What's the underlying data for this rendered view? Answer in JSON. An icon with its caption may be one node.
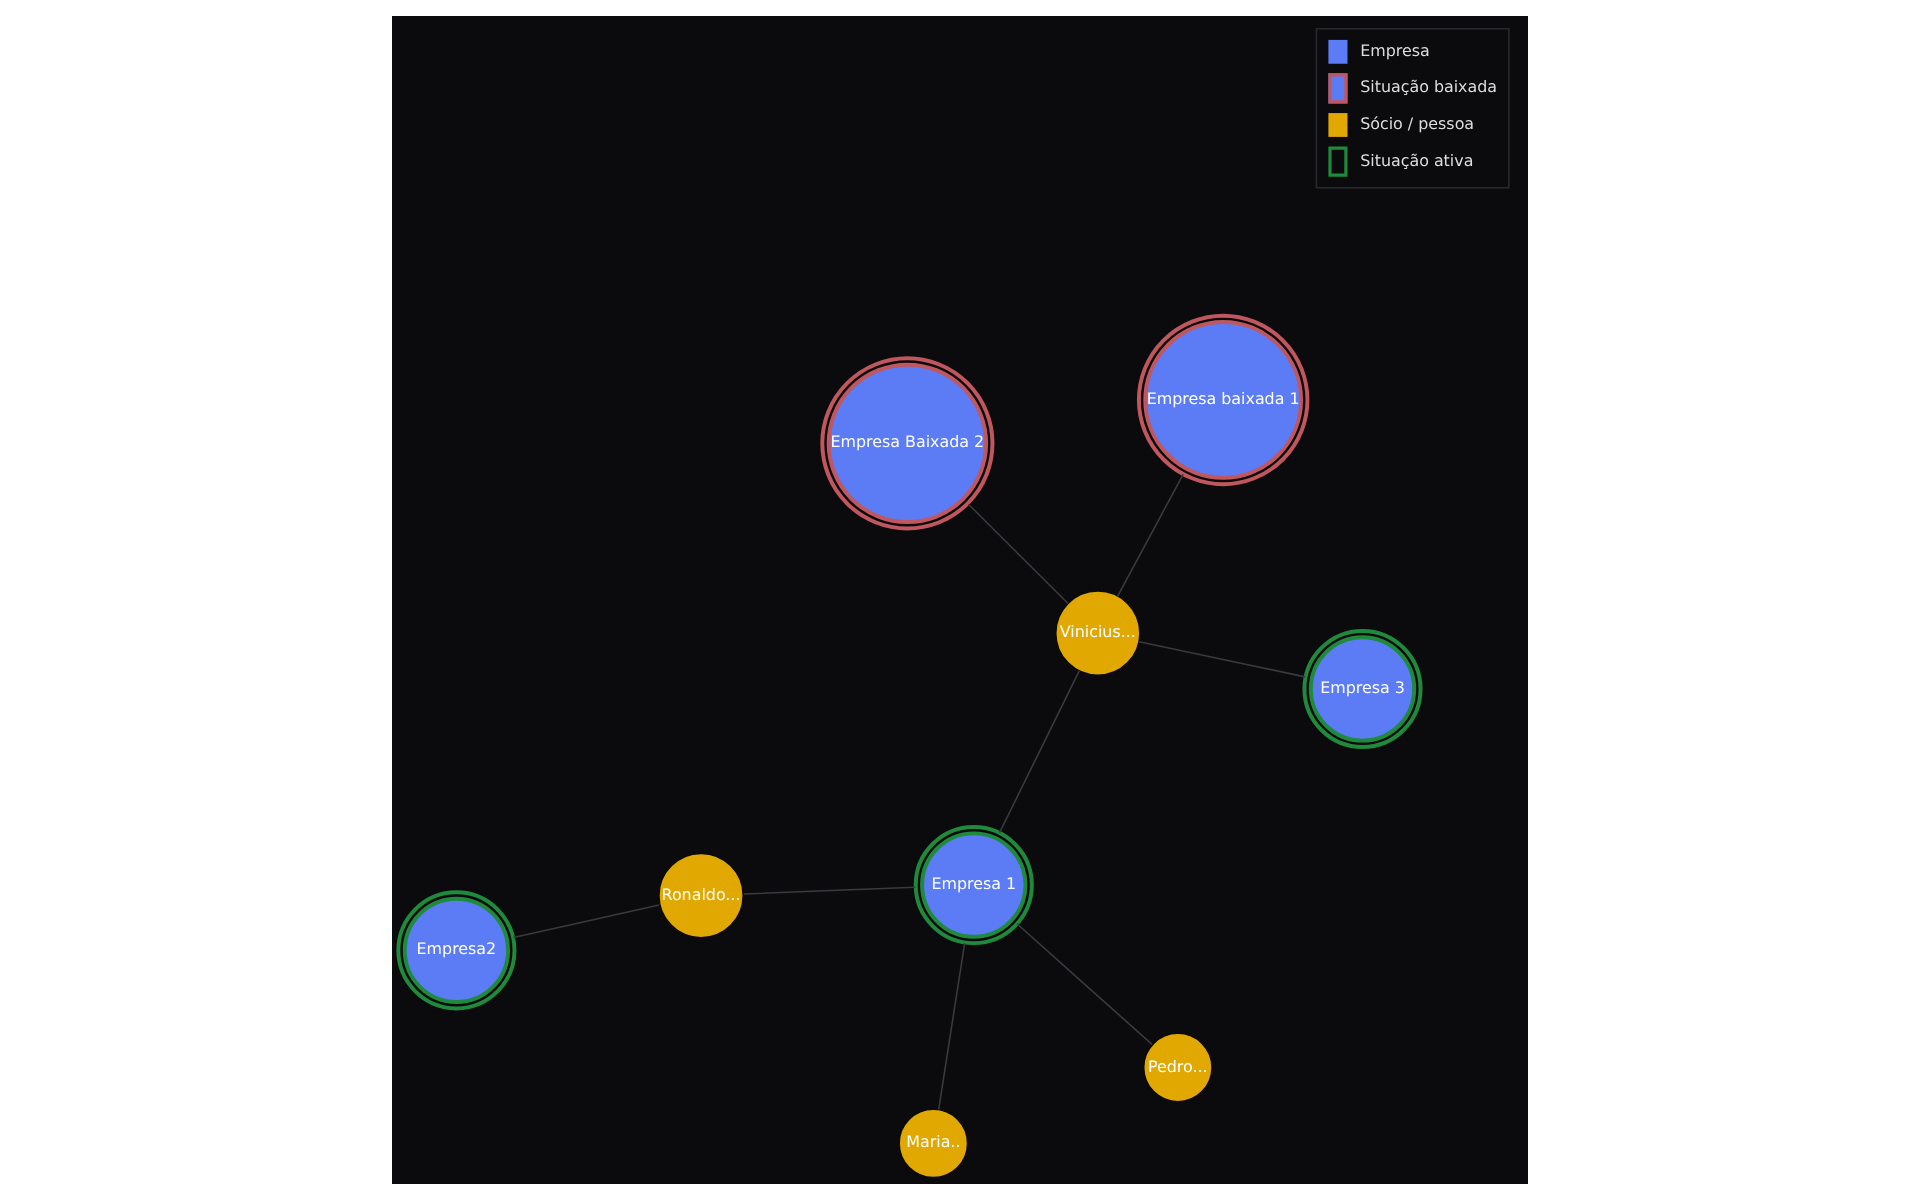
{
  "diagram": {
    "nodes": [
      {
        "text": [
          "Empresa baixada 1"
        ]
      },
      {
        "text": [
          "Pedro..."
        ]
      },
      {
        "text": [
          "Maria.."
        ]
      },
      {
        "text": [
          "Empresa Baixada 2"
        ]
      },
      {
        "text": [
          "Vinicius..."
        ]
      },
      {
        "text": [
          "Empresa 1"
        ]
      },
      {
        "text": [
          "Ronaldo..."
        ]
      },
      {
        "text": [
          "Empresa 3"
        ]
      },
      {
        "text": [
          "Empresa2"
        ]
      }
    ],
    "edges": [
      {
        "from": 4,
        "to": 0,
        "arrow": "none"
      },
      {
        "from": 4,
        "to": 3,
        "arrow": "none"
      },
      {
        "from": 4,
        "to": 7,
        "arrow": "none"
      },
      {
        "from": 4,
        "to": 5,
        "arrow": "none"
      },
      {
        "from": 5,
        "to": 1,
        "arrow": "none"
      },
      {
        "from": 5,
        "to": 2,
        "arrow": "none"
      },
      {
        "from": 5,
        "to": 6,
        "arrow": "none"
      },
      {
        "from": 6,
        "to": 8,
        "arrow": "none"
      }
    ],
    "legend": [
      {
        "text": "Empresa",
        "color": "#5b7cf5"
      },
      {
        "text": "Situação baixada"
      },
      {
        "text": "Sócio / pessoa",
        "color": "#e0a800"
      },
      {
        "text": "Situação ativa"
      }
    ]
  }
}
